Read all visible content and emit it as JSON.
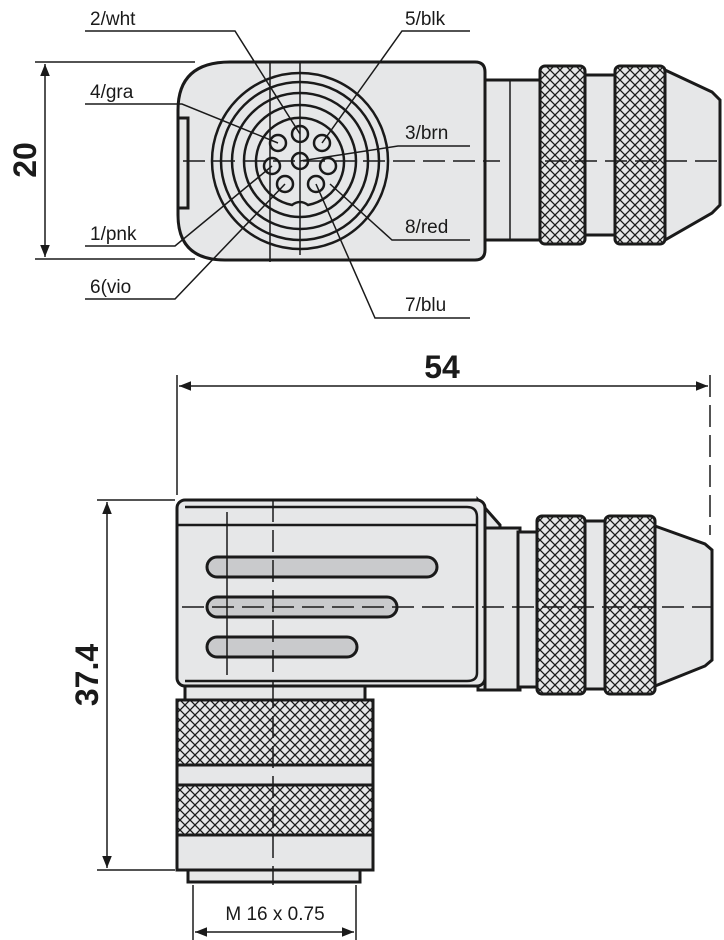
{
  "pins": {
    "p2": "2/wht",
    "p5": "5/blk",
    "p4": "4/gra",
    "p3": "3/brn",
    "p1": "1/pnk",
    "p8": "8/red",
    "p6": "6(vio",
    "p7": "7/blu"
  },
  "dimensions": {
    "height_front": "20",
    "length": "54",
    "height_side": "37.4",
    "thread": "M 16 x 0.75"
  }
}
